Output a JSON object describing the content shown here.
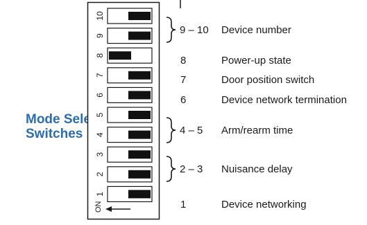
{
  "title": [
    "Mode Select",
    "Switches"
  ],
  "colors": {
    "title": "#2a6db5",
    "ink": "#1a1a1a",
    "toggle": "#111111"
  },
  "on_label": "ON",
  "switches": [
    {
      "number": "10",
      "position": "on"
    },
    {
      "number": "9",
      "position": "on"
    },
    {
      "number": "8",
      "position": "off"
    },
    {
      "number": "7",
      "position": "on"
    },
    {
      "number": "6",
      "position": "on"
    },
    {
      "number": "5",
      "position": "on"
    },
    {
      "number": "4",
      "position": "on"
    },
    {
      "number": "3",
      "position": "on"
    },
    {
      "number": "2",
      "position": "on"
    },
    {
      "number": "1",
      "position": "on"
    }
  ],
  "functions": [
    {
      "switches": "9 – 10",
      "label": "Device number",
      "grouped": true
    },
    {
      "switches": "8",
      "label": "Power-up state",
      "grouped": false
    },
    {
      "switches": "7",
      "label": "Door position switch",
      "grouped": false
    },
    {
      "switches": "6",
      "label": "Device network termination",
      "grouped": false
    },
    {
      "switches": "4 – 5",
      "label": "Arm/rearm time",
      "grouped": true
    },
    {
      "switches": "2 – 3",
      "label": "Nuisance delay",
      "grouped": true
    },
    {
      "switches": "1",
      "label": "Device networking",
      "grouped": false
    }
  ]
}
